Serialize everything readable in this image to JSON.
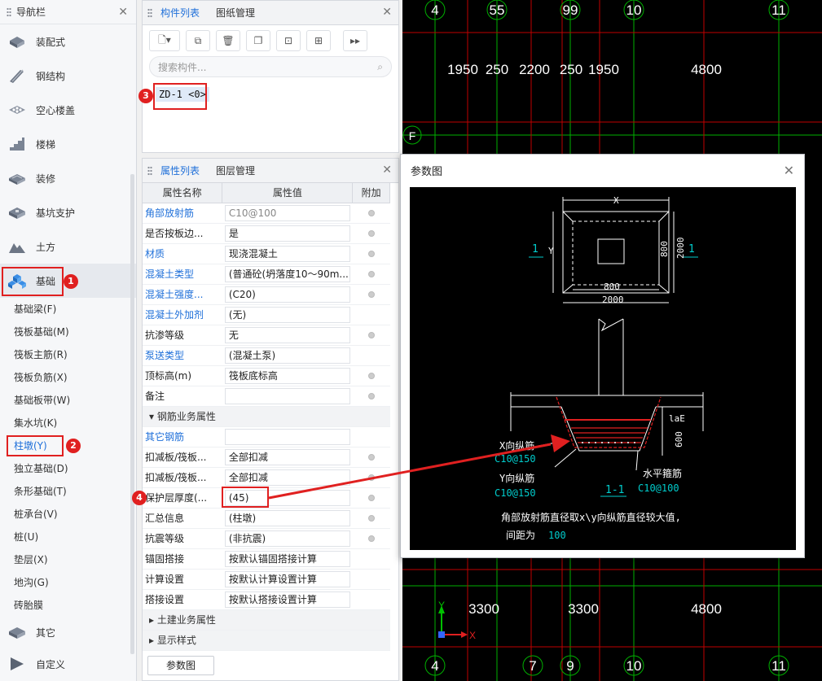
{
  "nav": {
    "title": "导航栏",
    "categories": [
      {
        "label": "装配式",
        "icon": "prefab-icon"
      },
      {
        "label": "钢结构",
        "icon": "steel-icon"
      },
      {
        "label": "空心楼盖",
        "icon": "hollow-floor-icon"
      },
      {
        "label": "楼梯",
        "icon": "stairs-icon"
      },
      {
        "label": "装修",
        "icon": "decoration-icon"
      },
      {
        "label": "基坑支护",
        "icon": "pit-support-icon"
      },
      {
        "label": "土方",
        "icon": "earthwork-icon"
      },
      {
        "label": "基础",
        "icon": "foundation-icon"
      }
    ],
    "sub_items": [
      "基础梁(F)",
      "筏板基础(M)",
      "筏板主筋(R)",
      "筏板负筋(X)",
      "基础板带(W)",
      "集水坑(K)",
      "柱墩(Y)",
      "独立基础(D)",
      "条形基础(T)",
      "桩承台(V)",
      "桩(U)",
      "垫层(X)",
      "地沟(G)",
      "砖胎膜"
    ],
    "bottom_categories": [
      {
        "label": "其它",
        "icon": "other-icon"
      },
      {
        "label": "自定义",
        "icon": "custom-icon"
      }
    ]
  },
  "component_panel": {
    "tabs": [
      "构件列表",
      "图纸管理"
    ],
    "search_placeholder": "搜索构件...",
    "component": "ZD-1 <0>"
  },
  "property_panel": {
    "tabs": [
      "属性列表",
      "图层管理"
    ],
    "headers": [
      "属性名称",
      "属性值",
      "附加"
    ],
    "rows": [
      {
        "name": "角部放射筋",
        "value": "C10@100"
      },
      {
        "name": "是否按板边...",
        "value": "是"
      },
      {
        "name": "材质",
        "value": "现浇混凝土"
      },
      {
        "name": "混凝土类型",
        "value": "(普通砼(坍落度10～90m..."
      },
      {
        "name": "混凝土强度...",
        "value": "(C20)"
      },
      {
        "name": "混凝土外加剂",
        "value": "(无)"
      },
      {
        "name": "抗渗等级",
        "value": "无"
      },
      {
        "name": "泵送类型",
        "value": "(混凝土泵)"
      },
      {
        "name": "顶标高(m)",
        "value": "筏板底标高"
      },
      {
        "name": "备注",
        "value": ""
      }
    ],
    "group1": "钢筋业务属性",
    "rebar_rows": [
      {
        "name": "其它钢筋",
        "value": ""
      },
      {
        "name": "扣减板/筏板...",
        "value": "全部扣减"
      },
      {
        "name": "扣减板/筏板...",
        "value": "全部扣减"
      },
      {
        "name": "保护层厚度(...",
        "value": "(45)"
      },
      {
        "name": "汇总信息",
        "value": "(柱墩)"
      },
      {
        "name": "抗震等级",
        "value": "(非抗震)"
      },
      {
        "name": "锚固搭接",
        "value": "按默认锚固搭接计算"
      },
      {
        "name": "计算设置",
        "value": "按默认计算设置计算"
      },
      {
        "name": "搭接设置",
        "value": "按默认搭接设置计算"
      }
    ],
    "group2": "土建业务属性",
    "group3": "显示样式",
    "param_button": "参数图"
  },
  "badges": [
    "1",
    "2",
    "3",
    "4"
  ],
  "cad": {
    "top_axes": [
      "4",
      "55",
      "99",
      "10",
      "11"
    ],
    "top_dims": [
      "1950",
      "250",
      "2200",
      "250",
      "1950",
      "4800"
    ],
    "axis_f": "F",
    "bottom_dims": [
      "3300",
      "3300",
      "4800"
    ],
    "bottom_axes": [
      "4",
      "7",
      "9",
      "10",
      "11"
    ],
    "ucs_y": "Y",
    "ucs_x": "X"
  },
  "dialog": {
    "title": "参数图",
    "plan": {
      "dim_x": "X",
      "dim_y": "Y",
      "d800a": "800",
      "d2000a": "2000",
      "d800b": "800",
      "d2000b": "2000",
      "sec1": "1",
      "sec2": "1"
    },
    "section": {
      "x_rebar": "X向纵筋",
      "x_spec": "C10@150",
      "y_rebar": "Y向纵筋",
      "y_spec": "C10@150",
      "hoop": "水平箍筋",
      "hoop_spec": "C10@100",
      "lae": "laE",
      "h600": "600",
      "title": "1-1"
    },
    "note_line1": "角部放射筋直径取x\\y向纵筋直径较大值,",
    "note_line2a": "间距为",
    "note_line2b": "100"
  },
  "colors": {
    "accent": "#1e6fd9",
    "highlight_red": "#e02020",
    "cad_green": "#00c000",
    "cad_cyan": "#00cccc"
  }
}
